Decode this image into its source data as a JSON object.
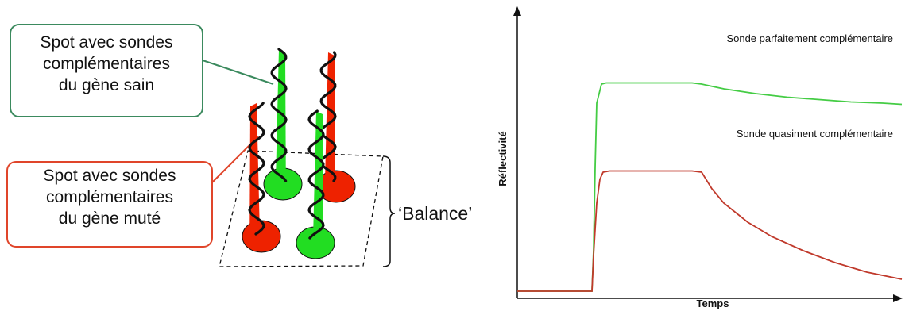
{
  "callouts": {
    "healthy": [
      "Spot avec sondes",
      "complémentaires",
      "du gène sain"
    ],
    "mutated": [
      "Spot avec sondes",
      "complémentaires",
      "du gène muté"
    ]
  },
  "balance_label": "‘Balance’",
  "colors": {
    "healthy": "#22dd22",
    "mutated": "#ee2200",
    "green_box": "#3b8a5e",
    "red_box": "#e0452a",
    "line_green": "#44cc44",
    "line_red": "#c0392b"
  },
  "chart_data": {
    "type": "line",
    "xlabel": "Temps",
    "ylabel": "Réflectivité",
    "series": [
      {
        "name": "Sonde parfaitement complémentaire",
        "x": [
          0,
          94,
          96,
          98,
          100,
          106,
          112,
          170,
          220,
          232,
          260,
          300,
          340,
          380,
          420,
          460,
          484
        ],
        "y": [
          0.03,
          0.03,
          0.2,
          0.55,
          0.82,
          0.9,
          0.905,
          0.905,
          0.905,
          0.9,
          0.88,
          0.86,
          0.845,
          0.835,
          0.825,
          0.82,
          0.815
        ]
      },
      {
        "name": "Sonde quasiment complémentaire",
        "x": [
          0,
          94,
          96,
          100,
          104,
          108,
          116,
          170,
          220,
          232,
          245,
          260,
          290,
          320,
          360,
          400,
          440,
          484
        ],
        "y": [
          0.03,
          0.03,
          0.18,
          0.4,
          0.5,
          0.53,
          0.535,
          0.535,
          0.535,
          0.53,
          0.46,
          0.4,
          0.32,
          0.26,
          0.2,
          0.15,
          0.11,
          0.08
        ]
      }
    ]
  }
}
